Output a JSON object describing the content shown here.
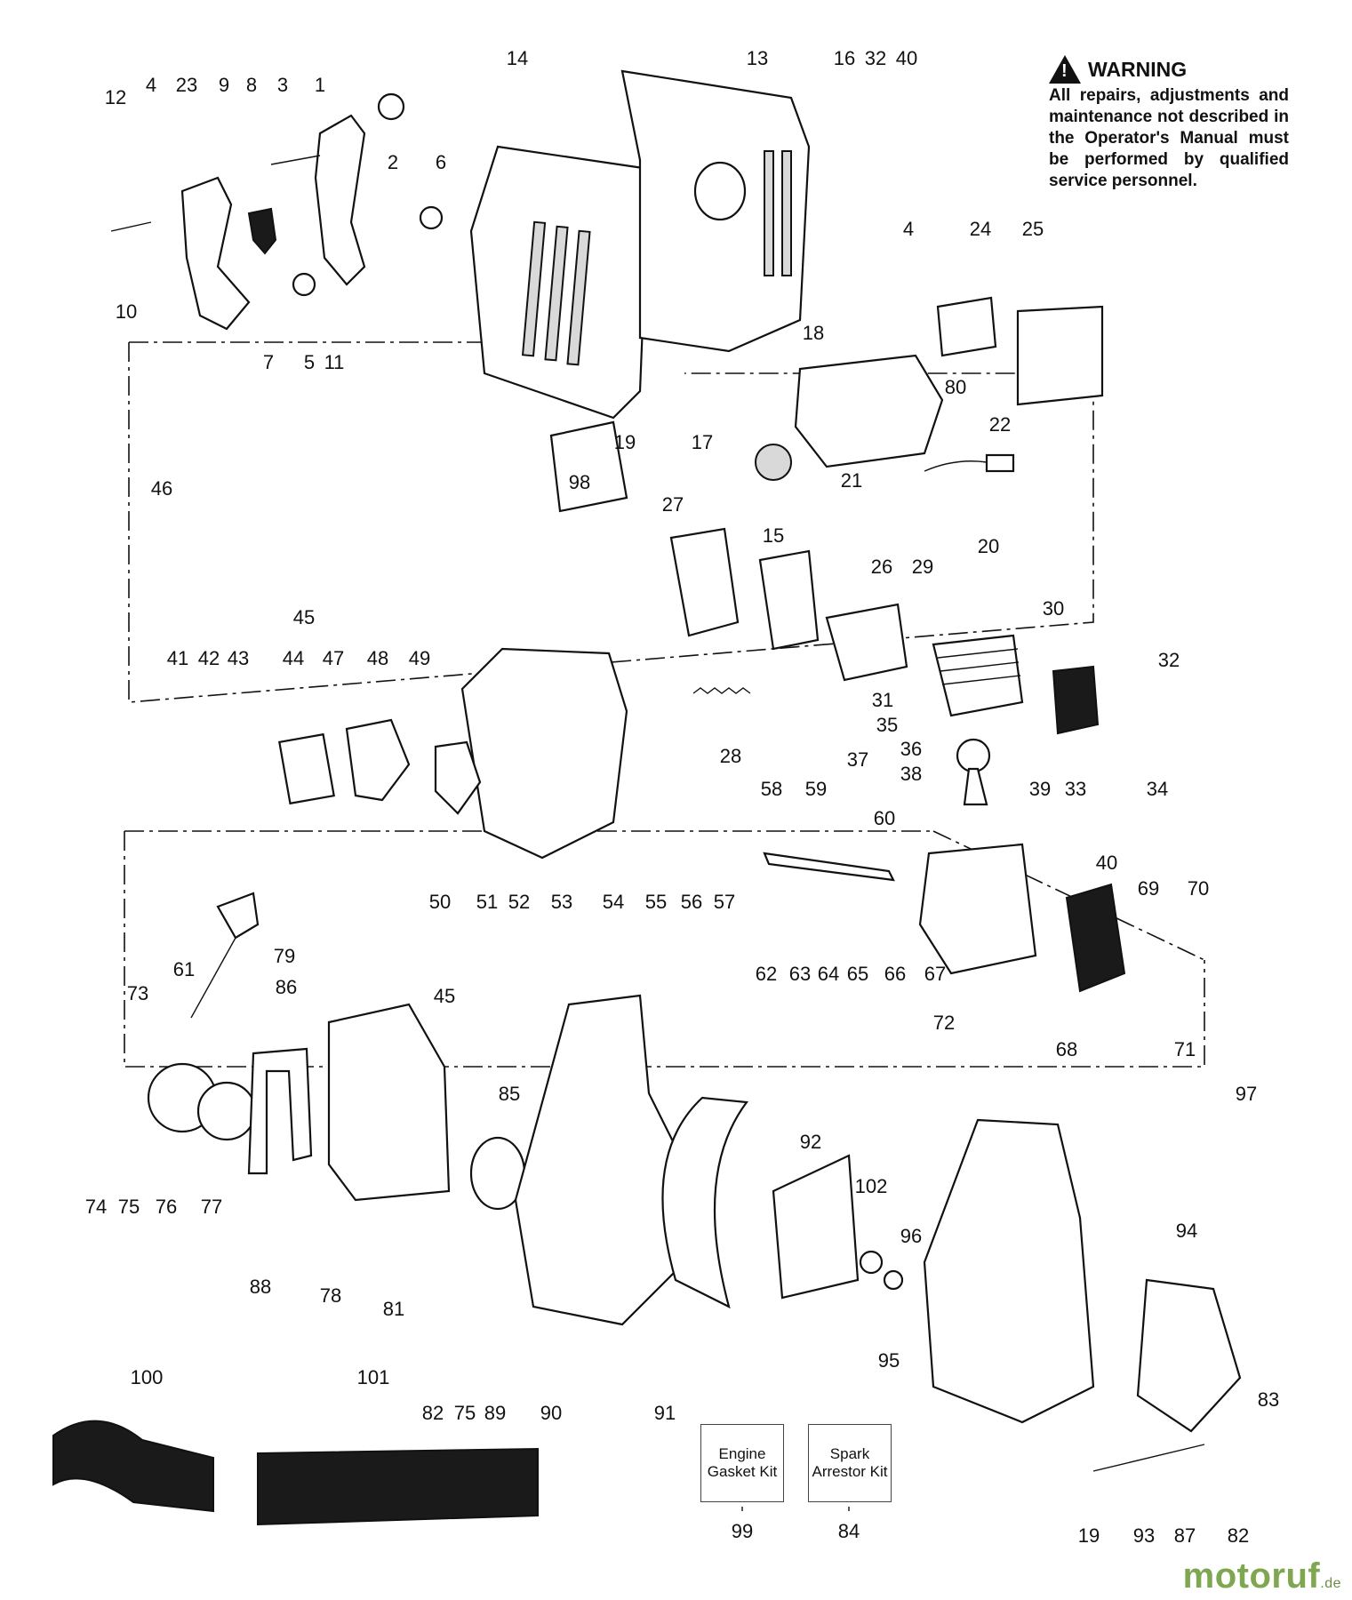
{
  "warning": {
    "title": "WARNING",
    "body": "All repairs, adjustments and maintenance not described in the Operator's Manual must be performed by qualified service personnel."
  },
  "kits": {
    "engine_gasket": "Engine Gasket Kit",
    "spark_arrestor": "Spark Arrestor Kit"
  },
  "watermark": {
    "name": "motoruf",
    "domain": ".de"
  },
  "part_numbers": [
    "12",
    "4",
    "23",
    "9",
    "8",
    "3",
    "1",
    "14",
    "13",
    "16",
    "32",
    "40",
    "2",
    "6",
    "10",
    "7",
    "5",
    "11",
    "4",
    "24",
    "25",
    "18",
    "80",
    "22",
    "17",
    "19",
    "21",
    "20",
    "46",
    "45",
    "98",
    "27",
    "15",
    "26",
    "29",
    "30",
    "32",
    "41",
    "42",
    "43",
    "44",
    "47",
    "48",
    "49",
    "28",
    "31",
    "35",
    "36",
    "37",
    "38",
    "33",
    "34",
    "58",
    "59",
    "39",
    "60",
    "40",
    "50",
    "51",
    "52",
    "53",
    "54",
    "55",
    "56",
    "57",
    "69",
    "70",
    "62",
    "63",
    "64",
    "65",
    "66",
    "67",
    "72",
    "68",
    "71",
    "79",
    "61",
    "86",
    "73",
    "45",
    "85",
    "97",
    "92",
    "102",
    "96",
    "94",
    "74",
    "75",
    "76",
    "77",
    "88",
    "78",
    "81",
    "95",
    "100",
    "101",
    "82",
    "75",
    "89",
    "90",
    "91",
    "83",
    "99",
    "84",
    "19",
    "93",
    "87",
    "82"
  ]
}
